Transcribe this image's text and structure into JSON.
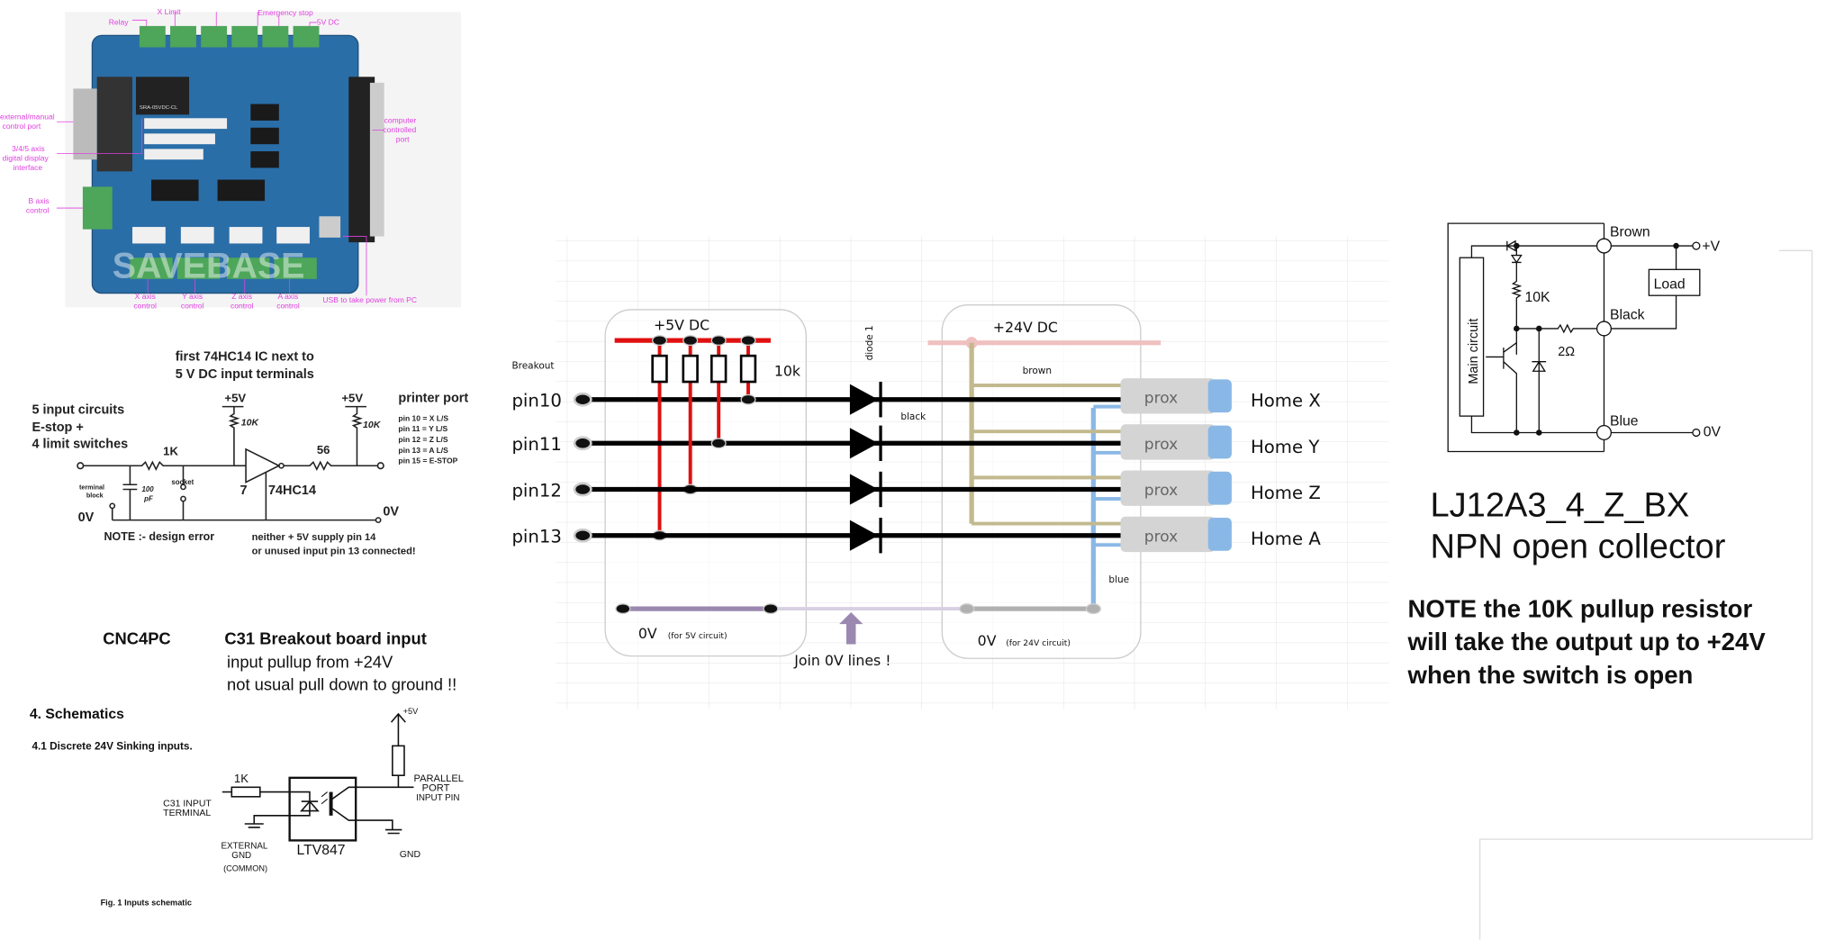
{
  "board_photo": {
    "labels": {
      "relay": "Relay",
      "x_limit": "X Limit",
      "emergency_stop": "Emergency stop",
      "five_v_dc": "5V DC",
      "external_manual": [
        "external/manual",
        "control port"
      ],
      "display_interface": [
        "3/4/5 axis",
        "digital display",
        "interface"
      ],
      "b_axis": [
        "B axis",
        "control"
      ],
      "computer_port": [
        "computer",
        "controlled",
        "port"
      ],
      "x_axis": [
        "X axis",
        "control"
      ],
      "y_axis": [
        "Y axis",
        "control"
      ],
      "z_axis": [
        "Z axis",
        "control"
      ],
      "a_axis": [
        "A axis",
        "control"
      ],
      "usb": "USB to take power from PC"
    },
    "watermark": "SAVEBASE",
    "relay_marking": "SRA-05VDC-CL"
  },
  "hc14_schematic": {
    "title": [
      "first 74HC14 IC next to",
      "5 V DC input terminals"
    ],
    "left_text": [
      "5 input circuits",
      "E-stop  +",
      "4 limit switches"
    ],
    "plus5v_a": "+5V",
    "plus5v_b": "+5V",
    "r10k_a": "10K",
    "r10k_b": "10K",
    "r1k": "1K",
    "r56": "56",
    "printer_port": "printer port",
    "pin_map": [
      "pin 10  = X L/S",
      "pin 11  = Y L/S",
      "pin 12  = Z L/S",
      "pin 13  = A L/S",
      "pin 15  = E-STOP"
    ],
    "ic": "74HC14",
    "pin7": "7",
    "terminal_block": [
      "terminal",
      "block"
    ],
    "socket": "socket",
    "cap": [
      "100",
      "pF"
    ],
    "zero_v_left": "0V",
    "zero_v_right": "0V",
    "note": "NOTE :-   design error",
    "neither": [
      "neither  + 5V supply pin 14",
      "or unused input  pin 13 connected!"
    ]
  },
  "c31": {
    "brand": "CNC4PC",
    "title": "C31 Breakout board input",
    "sub": [
      "input pullup from +24V",
      "not  usual pull down to ground !!"
    ],
    "section": "4. Schematics",
    "subsection": "4.1  Discrete 24V Sinking inputs.",
    "r1k": "1K",
    "input_terminal": [
      "C31 INPUT",
      "TERMINAL"
    ],
    "ext_gnd": [
      "EXTERNAL",
      "GND",
      "(COMMON)"
    ],
    "opto": "LTV847",
    "plus5v": "+5V",
    "parallel": [
      "PARALLEL",
      "PORT",
      "INPUT PIN"
    ],
    "gnd": "GND",
    "caption": "Fig. 1 Inputs schematic"
  },
  "wiring": {
    "breakout": "Breakout",
    "pins": [
      "pin10",
      "pin11",
      "pin12",
      "pin13"
    ],
    "plus5v": "+5V DC",
    "resistor": "10k",
    "diode": "diode 1",
    "black": "black",
    "plus24v": "+24V DC",
    "brown": "brown",
    "blue": "blue",
    "prox": [
      "prox",
      "prox",
      "prox",
      "prox"
    ],
    "homes": [
      "Home X",
      "Home Y",
      "Home Z",
      "Home A"
    ],
    "zero5": "0V",
    "zero5_sub": "(for 5V circuit)",
    "zero24": "0V",
    "zero24_sub": "(for 24V circuit)",
    "join": "Join 0V lines !",
    "colors": {
      "red": "#e01010",
      "pink": "#f0c0c0",
      "brown": "#c2b98e",
      "blue": "#8ab8e6",
      "purple": "#9b88b0",
      "gray": "#b0b0b0"
    }
  },
  "sensor": {
    "brown": "Brown",
    "plus_v": "+V",
    "load": "Load",
    "black": "Black",
    "r10k": "10K",
    "r2": "2Ω",
    "blue": "Blue",
    "zero_v": "0V",
    "main_circuit": "Main circuit",
    "model": "LJ12A3_4_Z_BX",
    "type": "NPN open collector",
    "note": [
      "NOTE the 10K pullup resistor",
      "will take the output up to +24V",
      "when the switch is open"
    ]
  }
}
